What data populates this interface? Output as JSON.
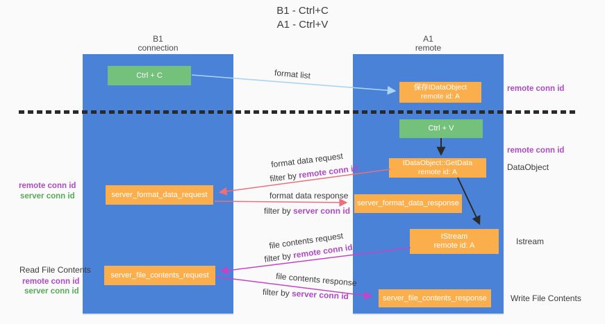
{
  "title": {
    "line1": "B1 - Ctrl+C",
    "line2": "A1 - Ctrl+V"
  },
  "columns": {
    "left": {
      "name": "B1",
      "subtitle": "connection"
    },
    "right": {
      "name": "A1",
      "subtitle": "remote"
    }
  },
  "nodes": {
    "ctrl_c": {
      "label": "Ctrl + C"
    },
    "save_idataobject": {
      "line1": "保存IDataObject",
      "line2": "remote id: A"
    },
    "ctrl_v": {
      "label": "Ctrl + V"
    },
    "getdata": {
      "line1": "IDataObject::GetData",
      "line2": "remote id: A"
    },
    "server_format_data_request": {
      "label": "server_format_data_request"
    },
    "server_format_data_response": {
      "label": "server_format_data_response"
    },
    "istream": {
      "line1": "IStream",
      "line2": "remote id: A"
    },
    "server_file_contents_request": {
      "label": "server_file_contents_request"
    },
    "server_file_contents_response": {
      "label": "server_file_contents_response"
    }
  },
  "arrow_labels": {
    "format_list": "format list",
    "format_data_request": "format data request",
    "format_data_response": "format data response",
    "file_contents_request": "file contents request",
    "file_contents_response": "file contents response",
    "filter_by": "filter by ",
    "remote_conn_id": "remote conn id",
    "server_conn_id": "server conn id"
  },
  "side_labels": {
    "left_format": {
      "remote": "remote conn id",
      "server": "server conn id"
    },
    "left_file": {
      "title": "Read File Contents",
      "remote": "remote conn id",
      "server": "server conn id"
    },
    "right_top": {
      "remote": "remote conn id"
    },
    "right_mid": {
      "remote": "remote conn id",
      "object": "DataObject"
    },
    "right_istream": {
      "object": "Istream"
    },
    "right_bottom": {
      "action": "Write File Contents"
    }
  },
  "colors": {
    "background": "#fafafa",
    "column_blue": "#4a82d8",
    "box_orange": "#fbae4c",
    "box_green": "#74c17b",
    "arrow_black": "#2b2b2b",
    "arrow_salmon": "#ec6f7a",
    "arrow_magenta": "#c643c6",
    "arrow_lightblue": "#a9d4f2",
    "text_purple": "#ad4bc2",
    "text_green": "#56ab56"
  }
}
